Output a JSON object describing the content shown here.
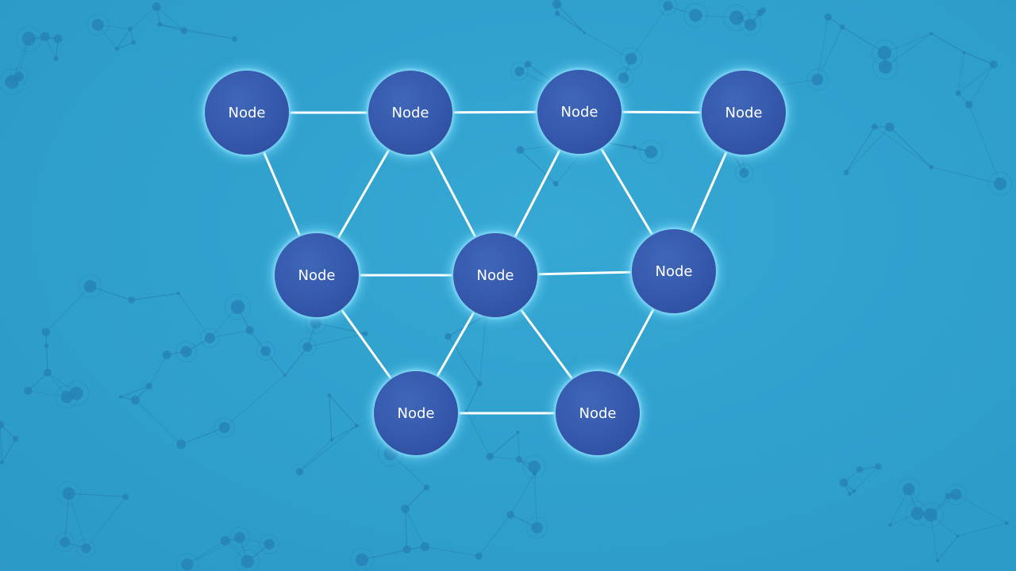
{
  "diagram": {
    "nodes": [
      {
        "id": "n1",
        "label": "Node"
      },
      {
        "id": "n2",
        "label": "Node"
      },
      {
        "id": "n3",
        "label": "Node"
      },
      {
        "id": "n4",
        "label": "Node"
      },
      {
        "id": "n5",
        "label": "Node"
      },
      {
        "id": "n6",
        "label": "Node"
      },
      {
        "id": "n7",
        "label": "Node"
      },
      {
        "id": "n8",
        "label": "Node"
      },
      {
        "id": "n9",
        "label": "Node"
      }
    ],
    "edges": [
      [
        "n1",
        "n2"
      ],
      [
        "n2",
        "n3"
      ],
      [
        "n3",
        "n4"
      ],
      [
        "n1",
        "n5"
      ],
      [
        "n2",
        "n5"
      ],
      [
        "n2",
        "n6"
      ],
      [
        "n3",
        "n6"
      ],
      [
        "n3",
        "n7"
      ],
      [
        "n4",
        "n7"
      ],
      [
        "n5",
        "n6"
      ],
      [
        "n6",
        "n7"
      ],
      [
        "n5",
        "n8"
      ],
      [
        "n6",
        "n8"
      ],
      [
        "n6",
        "n9"
      ],
      [
        "n7",
        "n9"
      ],
      [
        "n8",
        "n9"
      ]
    ],
    "colors": {
      "background": "#31a2cf",
      "node_fill": "#3558ac",
      "node_glow": "#78dcff",
      "edge": "#ffffff",
      "background_network": "#2680b4"
    }
  }
}
